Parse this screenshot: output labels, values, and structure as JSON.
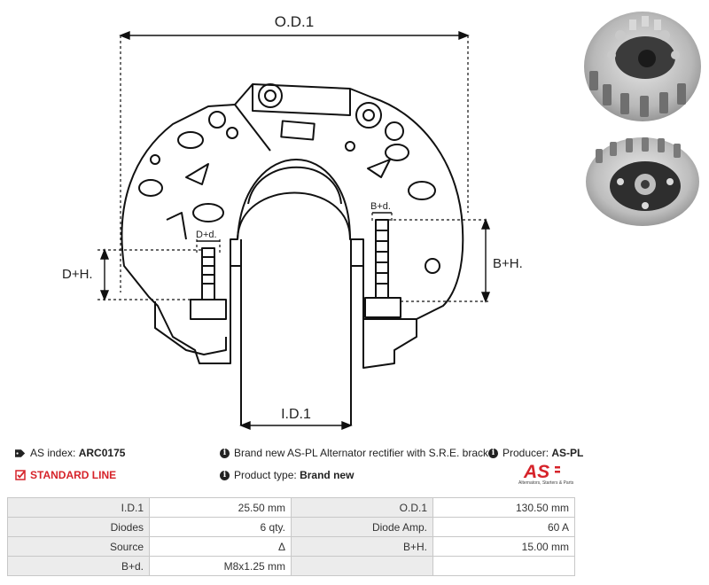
{
  "drawing": {
    "label_od": "O.D.1",
    "label_id": "I.D.1",
    "label_dh": "D+H.",
    "label_bh": "B+H.",
    "label_dd": "D+d.",
    "label_bd": "B+d."
  },
  "info": {
    "as_index_label": "AS index:",
    "as_index_value": "ARC0175",
    "description": "Brand new AS-PL Alternator rectifier with S.R.E. bracket",
    "producer_label": "Producer:",
    "producer_value": "AS-PL",
    "line_label": "STANDARD LINE",
    "product_type_label": "Product type:",
    "product_type_value": "Brand new"
  },
  "logo": {
    "text": "AS",
    "tagline": "Alternators, Starters & Parts",
    "color": "#d6232a"
  },
  "specs": [
    {
      "label": "I.D.1",
      "value": "25.50 mm",
      "label2": "O.D.1",
      "value2": "130.50 mm"
    },
    {
      "label": "Diodes",
      "value": "6 qty.",
      "label2": "Diode Amp.",
      "value2": "60 A"
    },
    {
      "label": "Source",
      "value": "Δ",
      "label2": "B+H.",
      "value2": "15.00 mm"
    },
    {
      "label": "B+d.",
      "value": "M8x1.25 mm",
      "label2": "",
      "value2": ""
    }
  ]
}
